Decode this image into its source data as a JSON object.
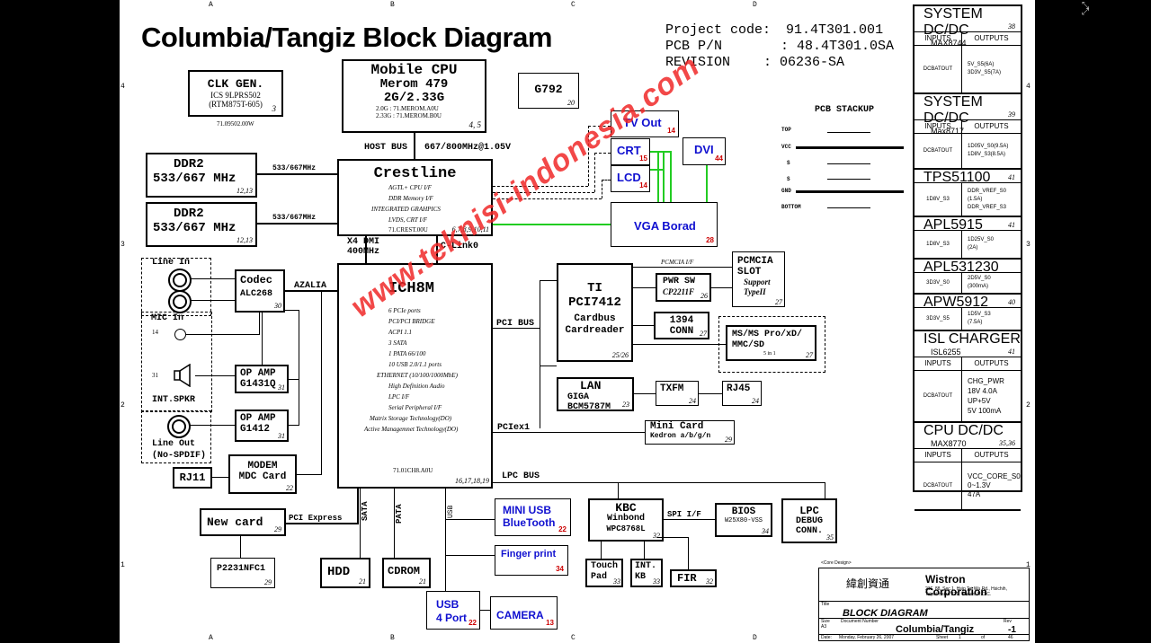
{
  "title": "Columbia/Tangiz Block Diagram",
  "project": {
    "code_label": "Project code:",
    "code": "91.4T301.001",
    "pcb_label": "PCB P/N",
    "pcb": ": 48.4T301.0SA",
    "rev_label": "REVISION",
    "rev": ": 06236-SA"
  },
  "grid": {
    "cols": [
      "A",
      "B",
      "C",
      "D"
    ],
    "rows": [
      "4",
      "3",
      "2",
      "1"
    ]
  },
  "clk": {
    "title": "CLK GEN.",
    "l1": "ICS 9LPRS502",
    "l2": "(RTM875T-605)",
    "pg": "3",
    "pn": "71.09502.00W"
  },
  "cpu": {
    "t1": "Mobile CPU",
    "t2": "Merom 479",
    "t3": "2G/2.33G",
    "s1": "2.0G : 71.MEROM.A0U",
    "s2": "2.33G : 71.MEROM.B0U",
    "pg": "4, 5"
  },
  "g792": {
    "name": "G792",
    "pg": "20"
  },
  "hostbus": {
    "label": "HOST BUS",
    "speed": "667/800MHz@1.05V"
  },
  "ddr1": {
    "t1": "DDR2",
    "t2": "533/667 MHz",
    "pg": "12,13",
    "bus": "533/667MHz"
  },
  "ddr2": {
    "t1": "DDR2",
    "t2": "533/667 MHz",
    "pg": "12,13",
    "bus": "533/667MHz"
  },
  "crestline": {
    "name": "Crestline",
    "f1": "AGTL+ CPU I/F",
    "f2": "DDR Memory I/F",
    "f3": "INTEGRATED GRAHPICS",
    "f4": "LVDS, CRT I/F",
    "pn": "71.CREST.00U",
    "pg": "6,7,8,9,10,11"
  },
  "dmi": {
    "l1": "X4 DMI",
    "l2": "400MHz",
    "clink": "C-Link0"
  },
  "video": {
    "tvout": "TV Out",
    "tvout_pg": "14",
    "crt": "CRT",
    "crt_pg": "15",
    "lcd": "LCD",
    "lcd_pg": "14",
    "dvi": "DVI",
    "dvi_pg": "44",
    "vga": "VGA Borad",
    "vga_pg": "28"
  },
  "stackup": {
    "title": "PCB STACKUP",
    "layers": [
      "TOP",
      "VCC",
      "S",
      "S",
      "GND",
      "BOTTOM"
    ]
  },
  "ich": {
    "name": "ICH8M",
    "features": [
      "6 PCIe ports",
      "PCI/PCI BRIDGE",
      "ACPI 1.1",
      "3 SATA",
      "1 PATA 66/100",
      "10 USB 2.0/1.1 ports",
      "ETHERNET (10/100/1000MbE)",
      "High Definition Audio",
      "LPC I/F",
      "Serial Peripheral I/F",
      "Matrix Storage Technology(DO)",
      "Active Managemnet Technology(DO)"
    ],
    "pn": "71.01CH8.A0U",
    "pg": "16,17,18,19"
  },
  "audio": {
    "linein": "Line In",
    "codec": "Codec",
    "codec_pn": "ALC268",
    "codec_pg": "30",
    "azalia": "AZALIA",
    "micin": "MIC In",
    "mic_pg": "14",
    "spk_pg": "31",
    "opamp1": "OP AMP",
    "opamp1_pn": "G1431Q",
    "opamp1_pg": "31",
    "spkr": "INT.SPKR",
    "opamp2": "OP AMP",
    "opamp2_pn": "G1412",
    "opamp2_pg": "31",
    "lineout": "Line Out",
    "lineout2": "(No-SPDIF)"
  },
  "modem": {
    "rj11": "RJ11",
    "t1": "MODEM",
    "t2": "MDC Card",
    "pg": "22"
  },
  "newcard": {
    "name": "New card",
    "pg": "29",
    "bus": "PCI Express",
    "p2231": "P2231NFC1",
    "p2231_pg": "29"
  },
  "storage": {
    "sata": "SATA",
    "pata": "PATA",
    "usb": "USB",
    "hdd": "HDD",
    "hdd_pg": "21",
    "cdrom": "CDROM",
    "cdrom_pg": "21"
  },
  "usbdev": {
    "miniusb1": "MINI USB",
    "miniusb2": "BlueTooth",
    "miniusb_pg": "22",
    "finger": "Finger print",
    "finger_pg": "34",
    "usb1": "USB",
    "usb2": "4 Port",
    "usb_pg": "22",
    "camera": "CAMERA",
    "camera_pg": "13"
  },
  "ti": {
    "t1": "TI",
    "t2": "PCI7412",
    "t3": "Cardbus",
    "t4": "Cardreader",
    "pg": "25/26",
    "pcibus": "PCI BUS",
    "pcmcia_if": "PCMCIA I/F"
  },
  "pwrsw": {
    "t1": "PWR SW",
    "t2": "CP2211F",
    "pg": "26"
  },
  "pcmcia": {
    "t1": "PCMCIA",
    "t2": "SLOT",
    "t3": "Support",
    "t4": "TypeII",
    "pg": "27"
  },
  "c1394": {
    "t1": "1394",
    "t2": "CONN",
    "pg": "27"
  },
  "ms": {
    "t1": "MS/MS Pro/xD/",
    "t2": "MMC/SD",
    "t3": "5 in 1",
    "pg": "27"
  },
  "lan": {
    "t1": "LAN",
    "t2": "GIGA",
    "t3": "BCM5787M",
    "pg": "23",
    "txfm": "TXFM",
    "txfm_pg": "24",
    "rj45": "RJ45",
    "rj45_pg": "24"
  },
  "minicard": {
    "t1": "Mini Card",
    "t2": "Kedron a/b/g/n",
    "pg": "29",
    "bus": "PCIex1"
  },
  "lpc": {
    "bus": "LPC BUS",
    "kbc1": "KBC",
    "kbc2": "Winbond",
    "kbc3": "WPC8768L",
    "kbc_pg": "32",
    "spi": "SPI I/F",
    "bios1": "BIOS",
    "bios2": "W25X80-VSS",
    "bios_pg": "34",
    "debug1": "LPC",
    "debug2": "DEBUG",
    "debug3": "CONN.",
    "debug_pg": "35",
    "touch1": "Touch",
    "touch2": "Pad",
    "touch_pg": "33",
    "kb1": "INT.",
    "kb2": "KB",
    "kb_pg": "33",
    "fir": "FIR",
    "fir_pg": "32"
  },
  "power": [
    {
      "title": "SYSTEM DC/DC",
      "chip": "MAX8744",
      "pg": "38",
      "in": "INPUTS",
      "out": "OUTPUTS",
      "rows": [
        [
          "DCBATOUT",
          "5V_S5(6A)\n3D3V_S5(7A)"
        ]
      ]
    },
    {
      "title": "SYSTEM DC/DC",
      "chip": "Max8717",
      "pg": "39",
      "in": "INPUTS",
      "out": "OUTPUTS",
      "rows": [
        [
          "DCBATOUT",
          "1D05V_S0(9.5A)\n1D8V_S3(8.5A)"
        ]
      ]
    },
    {
      "title": "TPS51100",
      "chip": "",
      "pg": "41",
      "in": "",
      "out": "",
      "rows": [
        [
          "1D8V_S3",
          "DDR_VREF_S0\n(1.5A)\nDDR_VREF_S3"
        ]
      ]
    },
    {
      "title": "APL5915",
      "chip": "",
      "pg": "41",
      "in": "",
      "out": "",
      "rows": [
        [
          "1D8V_S3",
          "1D25V_S0\n(2A)"
        ]
      ]
    },
    {
      "title": "APL531230",
      "chip": "",
      "pg": "",
      "in": "",
      "out": "",
      "rows": [
        [
          "3D3V_S0",
          "2D5V_S0\n(300mA)"
        ]
      ]
    },
    {
      "title": "APW5912",
      "chip": "",
      "pg": "40",
      "in": "",
      "out": "",
      "rows": [
        [
          "3D3V_S5",
          "1D5V_S3\n(7.5A)"
        ]
      ]
    },
    {
      "title": "ISL CHARGER",
      "chip": "ISL6255",
      "pg": "41",
      "in": "INPUTS",
      "out": "OUTPUTS",
      "rows": [
        [
          "DCBATOUT",
          "CHG_PWR\n18V   4.0A\nUP+5V\n5V    100mA"
        ]
      ]
    },
    {
      "title": "CPU DC/DC",
      "chip": "MAX8770",
      "pg": "35,36",
      "in": "INPUTS",
      "out": "OUTPUTS",
      "rows": [
        [
          "DCBATOUT",
          "VCC_CORE_S0\n0~1.3V\n47A"
        ]
      ]
    }
  ],
  "titleblock": {
    "core": "<Core Design>",
    "chinese": "緯創資通",
    "company": "Wistron Corporation",
    "addr1": "21F, 88, Sec.1, Hsin Tai Wu Rd., Hsichih,",
    "addr2": "Taipei Hsien 221, Taiwan, R.O.C.",
    "title_lbl": "Title",
    "title": "BLOCK DIAGRAM",
    "size_lbl": "Size",
    "size": "A3",
    "doc_lbl": "Document Number",
    "doc": "Columbia/Tangiz",
    "rev_lbl": "Rev",
    "rev": "-1",
    "date_lbl": "Date:",
    "date": "Monday, February 26, 2007",
    "sheet_lbl": "Sheet",
    "sheet": "1",
    "of": "of",
    "total": "46"
  },
  "watermark": "www.teknisi-indonesia.com",
  "colors": {
    "video": "#1010d0",
    "green_bus": "#22cc22",
    "watermark": "#f02828"
  }
}
